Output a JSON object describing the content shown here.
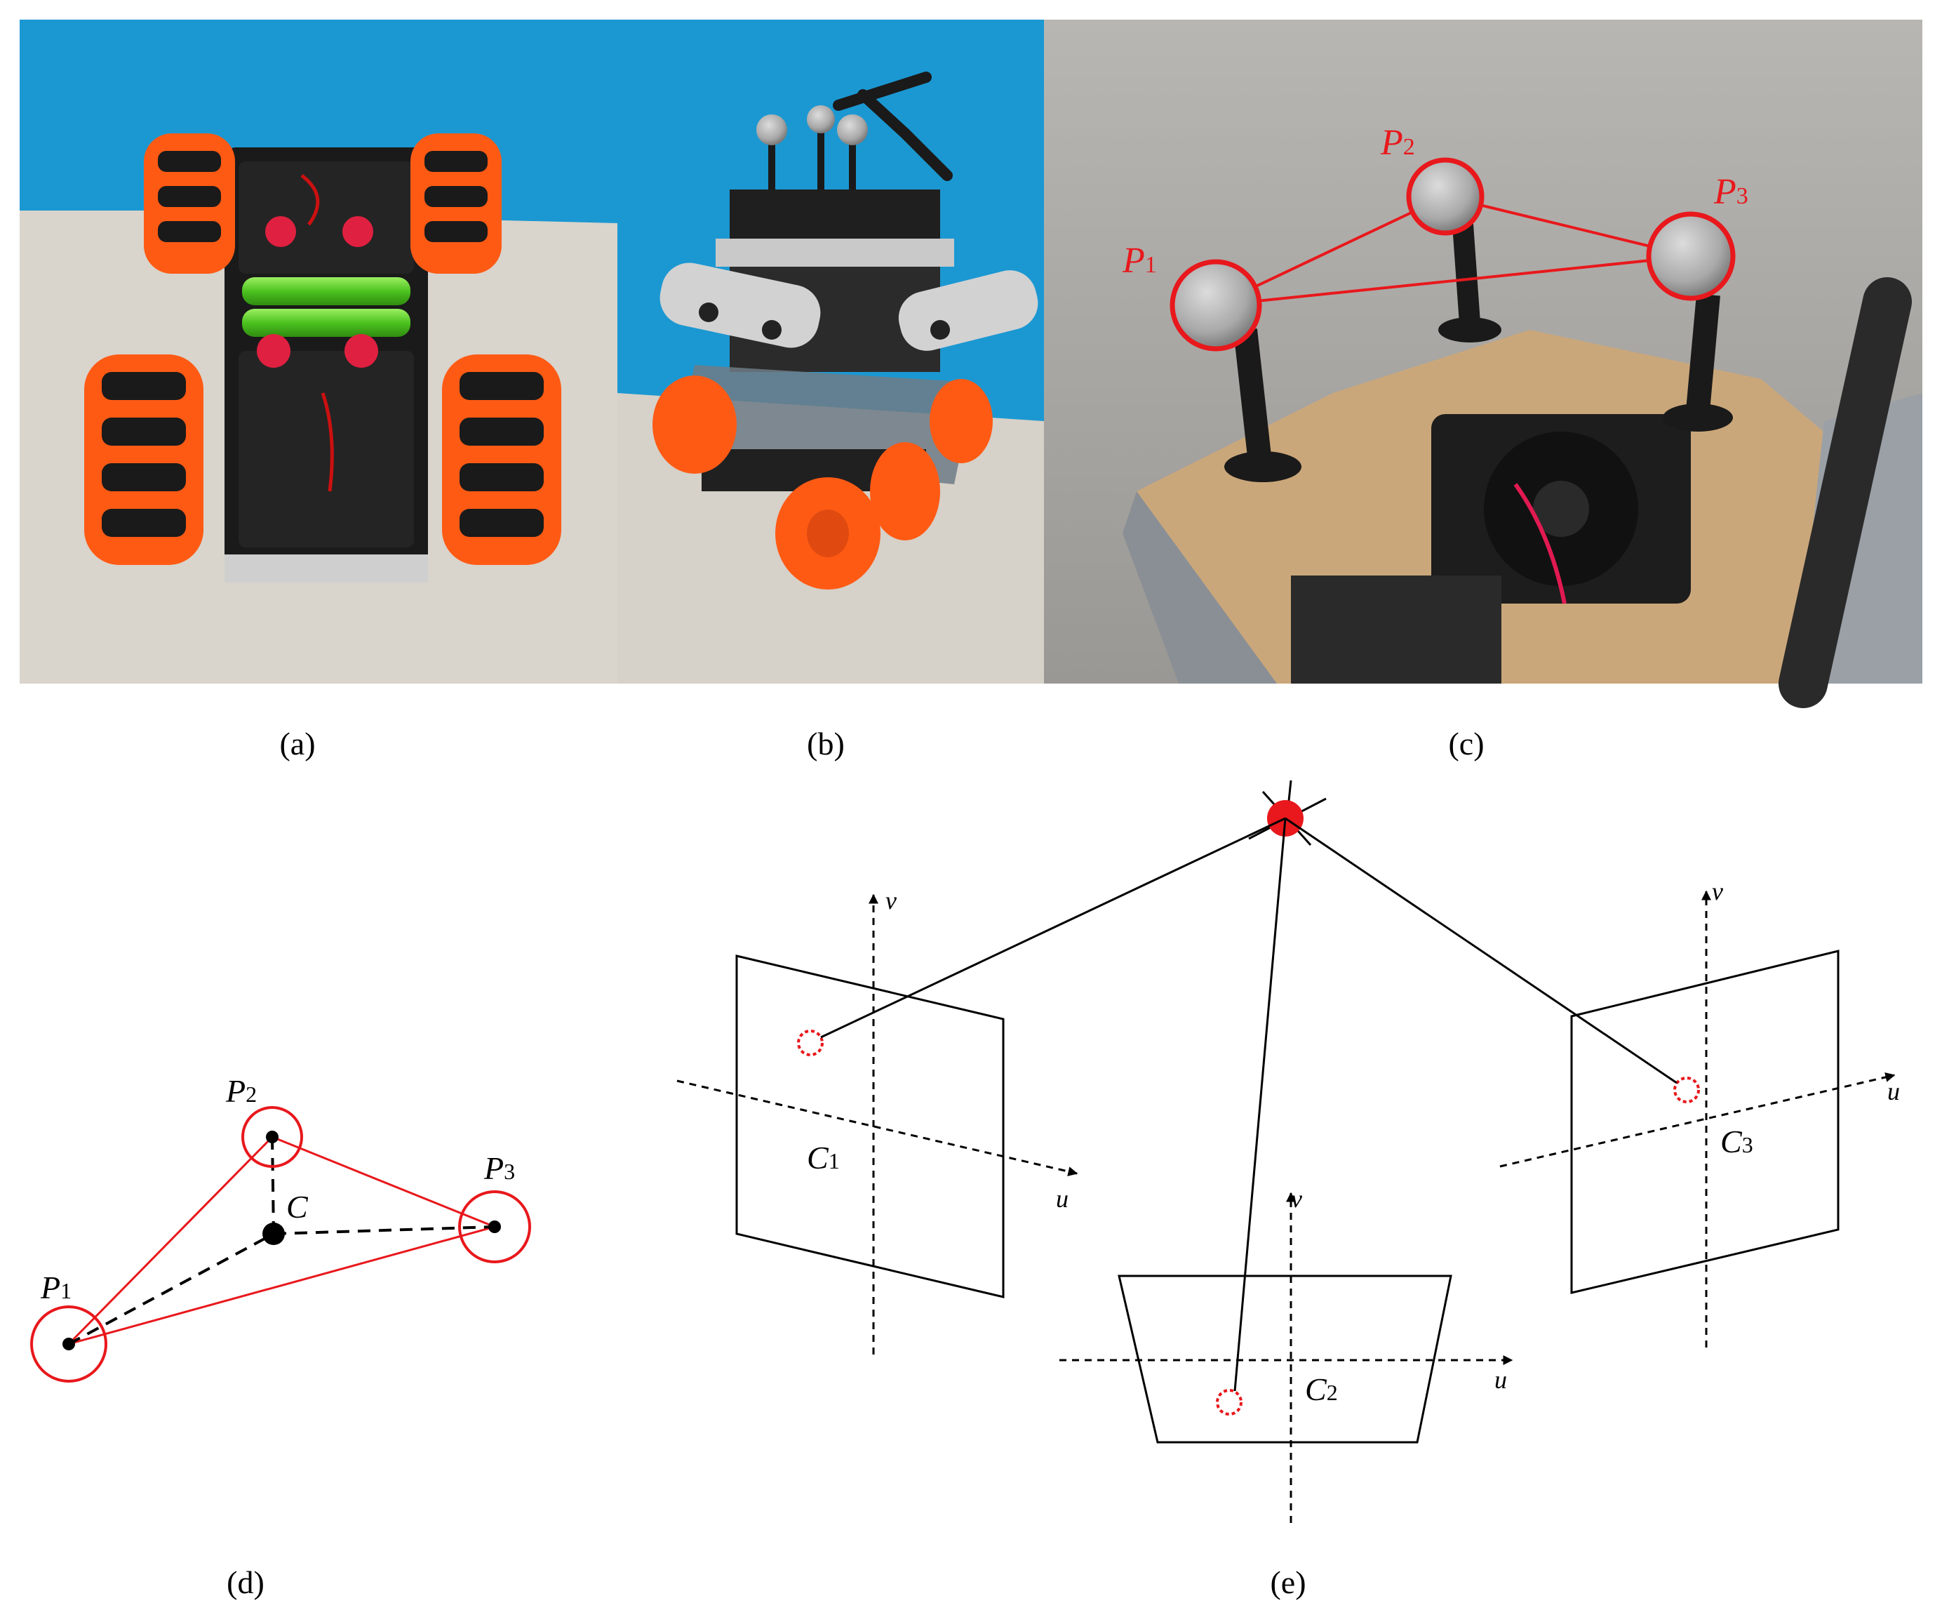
{
  "panels": {
    "a": {
      "caption": "(a)"
    },
    "b": {
      "caption": "(b)"
    },
    "c": {
      "caption": "(c)",
      "markers": [
        {
          "id": "P1",
          "letter": "P",
          "sub": "1"
        },
        {
          "id": "P2",
          "letter": "P",
          "sub": "2"
        },
        {
          "id": "P3",
          "letter": "P",
          "sub": "3"
        }
      ]
    },
    "d": {
      "caption": "(d)",
      "markers": [
        {
          "id": "P1",
          "letter": "P",
          "sub": "1"
        },
        {
          "id": "P2",
          "letter": "P",
          "sub": "2"
        },
        {
          "id": "P3",
          "letter": "P",
          "sub": "3"
        }
      ],
      "centroid": "C"
    },
    "e": {
      "caption": "(e)",
      "cameras": [
        {
          "id": "C1",
          "letter": "C",
          "sub": "1",
          "u": "u",
          "v": "v"
        },
        {
          "id": "C2",
          "letter": "C",
          "sub": "2",
          "u": "u",
          "v": "v"
        },
        {
          "id": "C3",
          "letter": "C",
          "sub": "3",
          "u": "u",
          "v": "v"
        }
      ]
    }
  },
  "colors": {
    "marker_red": "#e8181c",
    "wall_blue": "#1b98d2",
    "floor": "#d9d4cc",
    "robot_orange": "#ff5a14",
    "robot_black": "#1a1a1a",
    "battery_green": "#6fd23a",
    "metal": "#b8b8b8",
    "wood": "#caa77a"
  }
}
